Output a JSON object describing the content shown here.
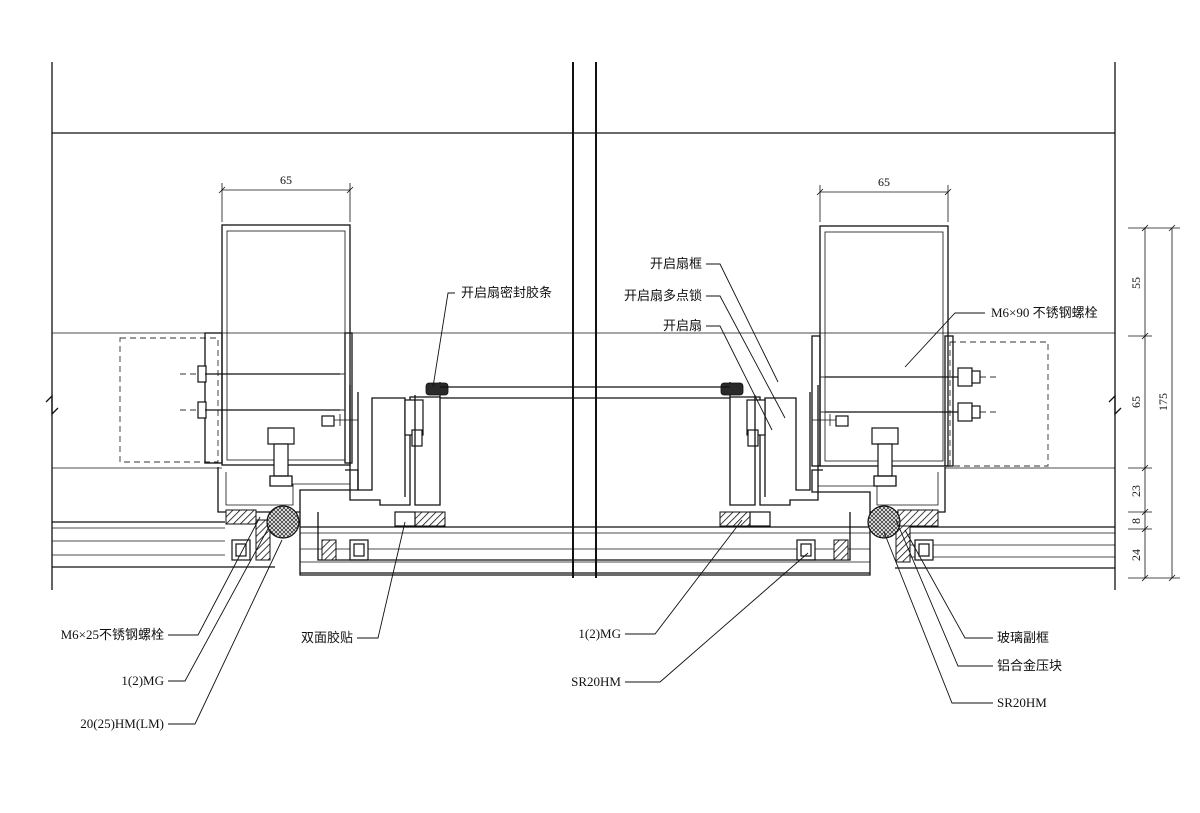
{
  "labels": {
    "seal_strip": "开启扇密封胶条",
    "sash_frame": "开启扇框",
    "multipoint_lock": "开启扇多点锁",
    "sash": "开启扇",
    "bolt_m6x90": "M6×90 不锈钢螺栓",
    "bolt_m6x25": "M6×25不锈钢螺栓",
    "mg_left": "1(2)MG",
    "hm_lm": "20(25)HM(LM)",
    "double_tape": "双面胶贴",
    "mg_center": "1(2)MG",
    "sr20hm_center": "SR20HM",
    "glass_subframe": "玻璃副框",
    "alu_pressure_block": "铝合金压块",
    "sr20hm_right": "SR20HM"
  },
  "dimensions": {
    "width_left": "65",
    "width_right": "65",
    "d55": "55",
    "d65": "65",
    "d175": "175",
    "d23": "23",
    "d8": "8",
    "d24": "24"
  },
  "icons": {
    "bolt": "bolt-icon",
    "break": "break-mark-icon"
  }
}
